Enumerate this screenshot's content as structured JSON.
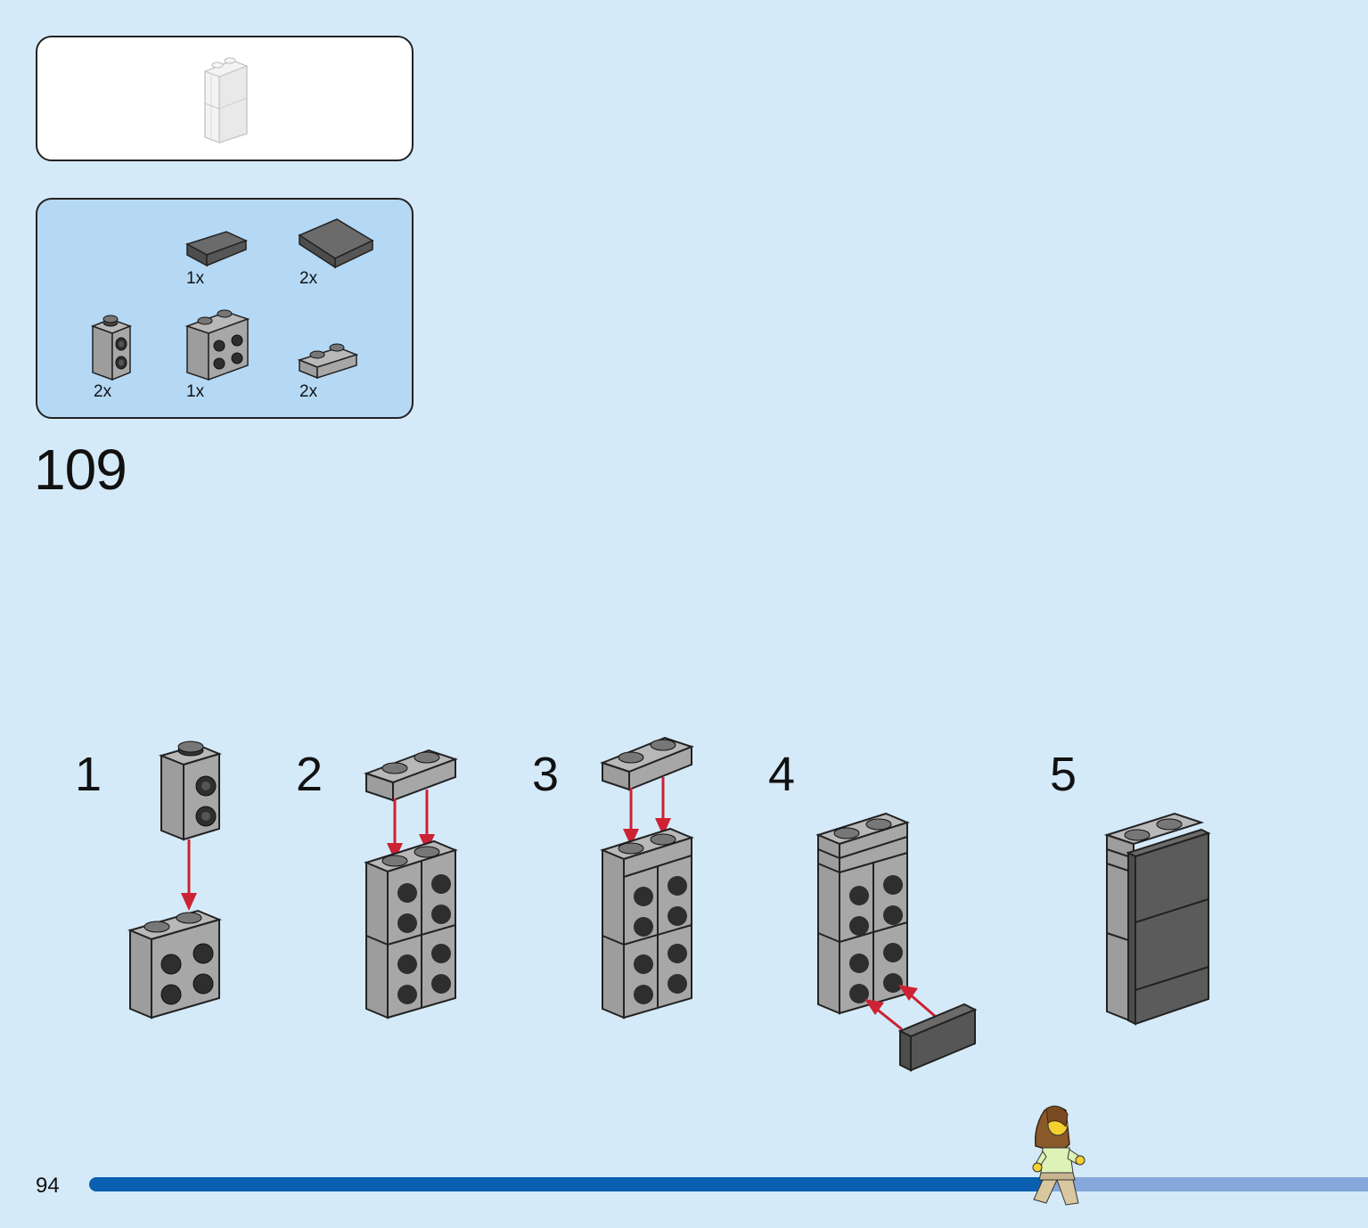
{
  "model_preview": {
    "icon": "white-2x1x3-stack-icon"
  },
  "parts_list": [
    {
      "icon": "dark-gray-tile-1x4-icon",
      "qty": "1x"
    },
    {
      "icon": "dark-gray-tile-2x4-icon",
      "qty": "2x"
    },
    {
      "icon": "gray-brick-1x1-studs-side-icon",
      "qty": "2x"
    },
    {
      "icon": "gray-brick-2x2-studs-side-icon",
      "qty": "1x"
    },
    {
      "icon": "gray-plate-1x2-icon",
      "qty": "2x"
    }
  ],
  "step": {
    "number": "109"
  },
  "substeps": [
    {
      "number": "1"
    },
    {
      "number": "2"
    },
    {
      "number": "3"
    },
    {
      "number": "4"
    },
    {
      "number": "5"
    }
  ],
  "footer": {
    "page_number": "94",
    "progress": 0.75
  },
  "colors": {
    "background": "#d5eaf8",
    "parts_panel": "#b5d8f4",
    "brick_gray": "#a3a3a3",
    "tile_dark": "#646464",
    "arrow_red": "#cc2233",
    "progress_done": "#0a5fb0",
    "progress_remaining": "#86a8da"
  }
}
